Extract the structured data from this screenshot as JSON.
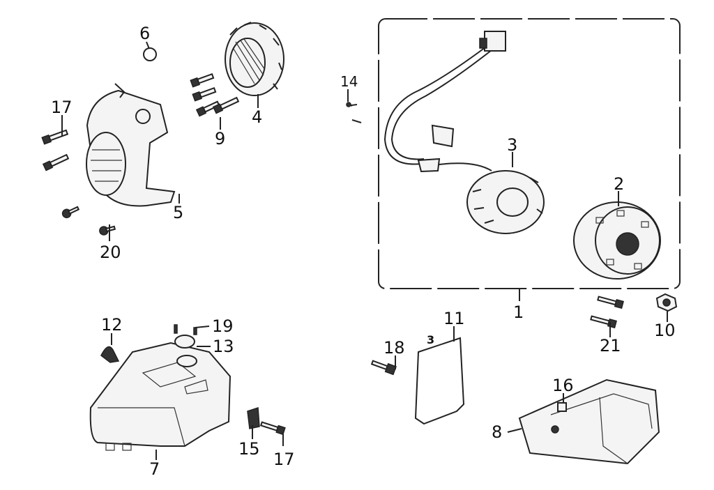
{
  "diagram": {
    "callouts": {
      "c1": "1",
      "c2": "2",
      "c3": "3",
      "c3b": "3",
      "c4": "4",
      "c5": "5",
      "c6": "6",
      "c7": "7",
      "c8": "8",
      "c9": "9",
      "c10": "10",
      "c11": "11",
      "c12": "12",
      "c13": "13",
      "c14": "14",
      "c15": "15",
      "c16": "16",
      "c17a": "17",
      "c17b": "17",
      "c18": "18",
      "c19": "19",
      "c20": "20",
      "c21": "21"
    },
    "colors": {
      "ink": "#222222",
      "background": "#ffffff"
    }
  }
}
